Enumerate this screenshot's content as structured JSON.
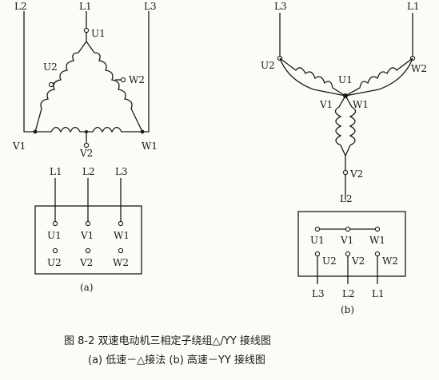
{
  "diagram_a": {
    "top_lines": [
      "L2",
      "L1",
      "L3"
    ],
    "delta_terminals": {
      "top": "U1",
      "left": "U2",
      "right": "W2",
      "bl": "V1",
      "bottom": "V2",
      "br": "W1"
    },
    "box_inputs": [
      "L1",
      "L2",
      "L3"
    ],
    "box_row1": [
      "U1",
      "V1",
      "W1"
    ],
    "box_row2": [
      "U2",
      "V2",
      "W2"
    ],
    "sublabel": "(a)"
  },
  "diagram_b": {
    "top_lines": [
      "L3",
      "L1"
    ],
    "star_terminals": {
      "left": "U2",
      "right": "W2",
      "center": "U1",
      "v1": "V1",
      "w1": "W1",
      "bottom": "V2"
    },
    "bottom_line": "L2",
    "box_row1": [
      "U1",
      "V1",
      "W1"
    ],
    "box_row2": [
      "U2",
      "V2",
      "W2"
    ],
    "box_outputs": [
      "L3",
      "L2",
      "L1"
    ],
    "sublabel": "(b)"
  },
  "caption": {
    "line1": "图 8-2   双速电动机三相定子绕组△/YY 接线图",
    "line2": "(a) 低速－△接法   (b) 高速－YY 接线图"
  }
}
